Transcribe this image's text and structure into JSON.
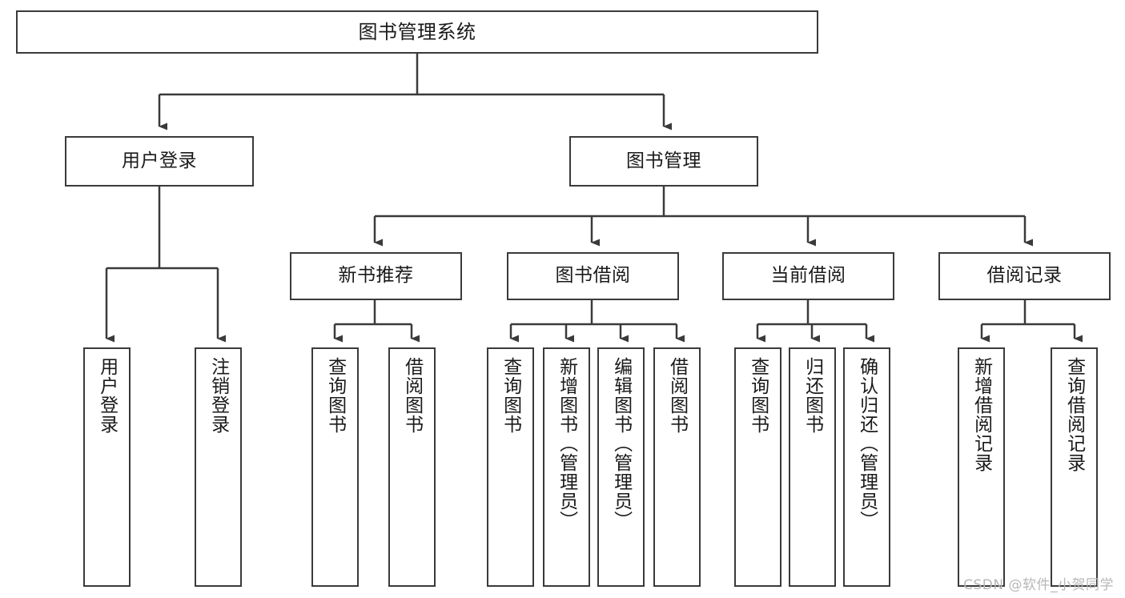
{
  "diagram": {
    "title": "图书管理系统",
    "type": "tree",
    "edge_color": "#3a3a3a",
    "node_border_color": "#3a3a3a",
    "node_fill_color": "#ffffff",
    "text_color": "#1a1a1a"
  },
  "nodes": {
    "root": {
      "label": "图书管理系统",
      "level": 1,
      "orientation": "horizontal"
    },
    "level2": [
      {
        "id": "user-login",
        "label": "用户登录",
        "orientation": "horizontal"
      },
      {
        "id": "book-manage",
        "label": "图书管理",
        "orientation": "horizontal"
      }
    ],
    "level3": [
      {
        "id": "new-book-recommend",
        "label": "新书推荐",
        "orientation": "horizontal"
      },
      {
        "id": "book-borrow",
        "label": "图书借阅",
        "orientation": "horizontal"
      },
      {
        "id": "current-borrow",
        "label": "当前借阅",
        "orientation": "horizontal"
      },
      {
        "id": "borrow-record",
        "label": "借阅记录",
        "orientation": "horizontal"
      }
    ],
    "leaves": [
      {
        "id": "leaf-user-login",
        "label": "用户登录",
        "parent": "user-login",
        "orientation": "vertical"
      },
      {
        "id": "leaf-user-logout",
        "label": "注销登录",
        "parent": "user-login",
        "orientation": "vertical"
      },
      {
        "id": "leaf-query-book-1",
        "label": "查询图书",
        "parent": "new-book-recommend",
        "orientation": "vertical"
      },
      {
        "id": "leaf-borrow-book-1",
        "label": "借阅图书",
        "parent": "new-book-recommend",
        "orientation": "vertical"
      },
      {
        "id": "leaf-query-book-2",
        "label": "查询图书",
        "parent": "book-borrow",
        "orientation": "vertical"
      },
      {
        "id": "leaf-add-book",
        "label": "新增图书（管理员）",
        "parent": "book-borrow",
        "orientation": "vertical"
      },
      {
        "id": "leaf-edit-book",
        "label": "编辑图书（管理员）",
        "parent": "book-borrow",
        "orientation": "vertical"
      },
      {
        "id": "leaf-borrow-book-2",
        "label": "借阅图书",
        "parent": "book-borrow",
        "orientation": "vertical"
      },
      {
        "id": "leaf-query-book-3",
        "label": "查询图书",
        "parent": "current-borrow",
        "orientation": "vertical"
      },
      {
        "id": "leaf-return-book",
        "label": "归还图书",
        "parent": "current-borrow",
        "orientation": "vertical"
      },
      {
        "id": "leaf-confirm-return",
        "label": "确认归还（管理员）",
        "parent": "current-borrow",
        "orientation": "vertical"
      },
      {
        "id": "leaf-add-record",
        "label": "新增借阅记录",
        "parent": "borrow-record",
        "orientation": "vertical"
      },
      {
        "id": "leaf-query-record",
        "label": "查询借阅记录",
        "parent": "borrow-record",
        "orientation": "vertical"
      }
    ]
  },
  "watermark": {
    "text": "CSDN @软件_小贺同学"
  }
}
